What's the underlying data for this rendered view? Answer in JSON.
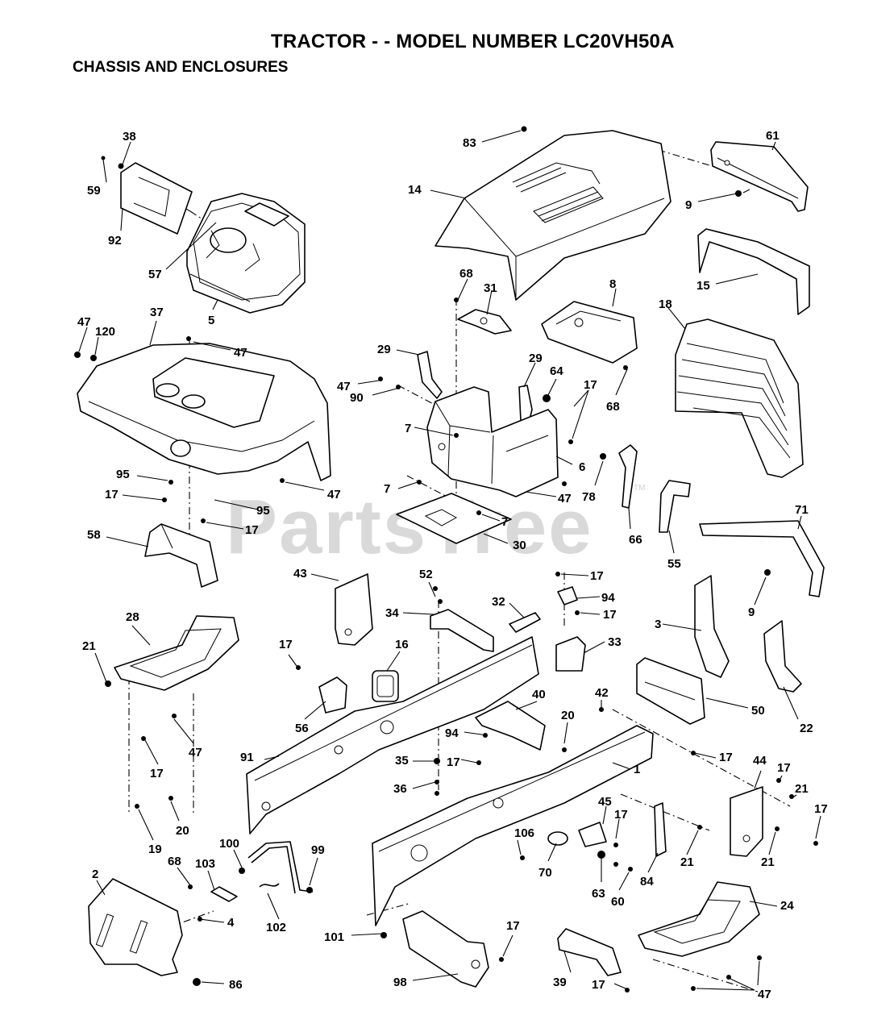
{
  "header": {
    "title": "TRACTOR - - MODEL NUMBER LC20VH50A",
    "subtitle": "CHASSIS AND ENCLOSURES"
  },
  "watermark": {
    "text": "PartsTree",
    "trademark": "TM"
  },
  "callouts": [
    {
      "id": "c38",
      "text": "38"
    },
    {
      "id": "c59",
      "text": "59"
    },
    {
      "id": "c92",
      "text": "92"
    },
    {
      "id": "c57",
      "text": "57"
    },
    {
      "id": "c5",
      "text": "5"
    },
    {
      "id": "c83",
      "text": "83"
    },
    {
      "id": "c14",
      "text": "14"
    },
    {
      "id": "c61",
      "text": "61"
    },
    {
      "id": "c9a",
      "text": "9"
    },
    {
      "id": "c15",
      "text": "15"
    },
    {
      "id": "c68a",
      "text": "68"
    },
    {
      "id": "c31",
      "text": "31"
    },
    {
      "id": "c8",
      "text": "8"
    },
    {
      "id": "c18",
      "text": "18"
    },
    {
      "id": "c47a",
      "text": "47"
    },
    {
      "id": "c120",
      "text": "120"
    },
    {
      "id": "c37",
      "text": "37"
    },
    {
      "id": "c47b",
      "text": "47"
    },
    {
      "id": "c29a",
      "text": "29"
    },
    {
      "id": "c29b",
      "text": "29"
    },
    {
      "id": "c64",
      "text": "64"
    },
    {
      "id": "c17a",
      "text": "17"
    },
    {
      "id": "c47c",
      "text": "47"
    },
    {
      "id": "c90",
      "text": "90"
    },
    {
      "id": "c68b",
      "text": "68"
    },
    {
      "id": "c7a",
      "text": "7"
    },
    {
      "id": "c6",
      "text": "6"
    },
    {
      "id": "c95a",
      "text": "95"
    },
    {
      "id": "c17b",
      "text": "17"
    },
    {
      "id": "c47d",
      "text": "47"
    },
    {
      "id": "c7b",
      "text": "7"
    },
    {
      "id": "c78",
      "text": "78"
    },
    {
      "id": "c95b",
      "text": "95"
    },
    {
      "id": "c47e",
      "text": "47"
    },
    {
      "id": "c7c",
      "text": "7"
    },
    {
      "id": "c17c",
      "text": "17"
    },
    {
      "id": "c66",
      "text": "66"
    },
    {
      "id": "c58",
      "text": "58"
    },
    {
      "id": "c30",
      "text": "30"
    },
    {
      "id": "c71",
      "text": "71"
    },
    {
      "id": "c55",
      "text": "55"
    },
    {
      "id": "c43",
      "text": "43"
    },
    {
      "id": "c52",
      "text": "52"
    },
    {
      "id": "c17d",
      "text": "17"
    },
    {
      "id": "c32",
      "text": "32"
    },
    {
      "id": "c94a",
      "text": "94"
    },
    {
      "id": "c34",
      "text": "34"
    },
    {
      "id": "c17e",
      "text": "17"
    },
    {
      "id": "c9b",
      "text": "9"
    },
    {
      "id": "c28",
      "text": "28"
    },
    {
      "id": "c3",
      "text": "3"
    },
    {
      "id": "c33",
      "text": "33"
    },
    {
      "id": "c21a",
      "text": "21"
    },
    {
      "id": "c17f",
      "text": "17"
    },
    {
      "id": "c16",
      "text": "16"
    },
    {
      "id": "c42",
      "text": "42"
    },
    {
      "id": "c40",
      "text": "40"
    },
    {
      "id": "c50",
      "text": "50"
    },
    {
      "id": "c56",
      "text": "56"
    },
    {
      "id": "c20a",
      "text": "20"
    },
    {
      "id": "c22",
      "text": "22"
    },
    {
      "id": "c47f",
      "text": "47"
    },
    {
      "id": "c94b",
      "text": "94"
    },
    {
      "id": "c17g",
      "text": "17"
    },
    {
      "id": "c91",
      "text": "91"
    },
    {
      "id": "c35",
      "text": "35"
    },
    {
      "id": "c17h",
      "text": "17"
    },
    {
      "id": "c1",
      "text": "1"
    },
    {
      "id": "c44",
      "text": "44"
    },
    {
      "id": "c17i",
      "text": "17"
    },
    {
      "id": "c17j",
      "text": "17"
    },
    {
      "id": "c36",
      "text": "36"
    },
    {
      "id": "c21b",
      "text": "21"
    },
    {
      "id": "c17k",
      "text": "17"
    },
    {
      "id": "c45",
      "text": "45"
    },
    {
      "id": "c17l",
      "text": "17"
    },
    {
      "id": "c20b",
      "text": "20"
    },
    {
      "id": "c19",
      "text": "19"
    },
    {
      "id": "c106",
      "text": "106"
    },
    {
      "id": "c100",
      "text": "100"
    },
    {
      "id": "c99",
      "text": "99"
    },
    {
      "id": "c70",
      "text": "70"
    },
    {
      "id": "c21c",
      "text": "21"
    },
    {
      "id": "c21d",
      "text": "21"
    },
    {
      "id": "c84",
      "text": "84"
    },
    {
      "id": "c68c",
      "text": "68"
    },
    {
      "id": "c103",
      "text": "103"
    },
    {
      "id": "c63",
      "text": "63"
    },
    {
      "id": "c60",
      "text": "60"
    },
    {
      "id": "c2",
      "text": "2"
    },
    {
      "id": "c24",
      "text": "24"
    },
    {
      "id": "c4",
      "text": "4"
    },
    {
      "id": "c102",
      "text": "102"
    },
    {
      "id": "c17m",
      "text": "17"
    },
    {
      "id": "c101",
      "text": "101"
    },
    {
      "id": "c39",
      "text": "39"
    },
    {
      "id": "c98",
      "text": "98"
    },
    {
      "id": "c86",
      "text": "86"
    },
    {
      "id": "c17n",
      "text": "17"
    },
    {
      "id": "c47g",
      "text": "47"
    }
  ]
}
